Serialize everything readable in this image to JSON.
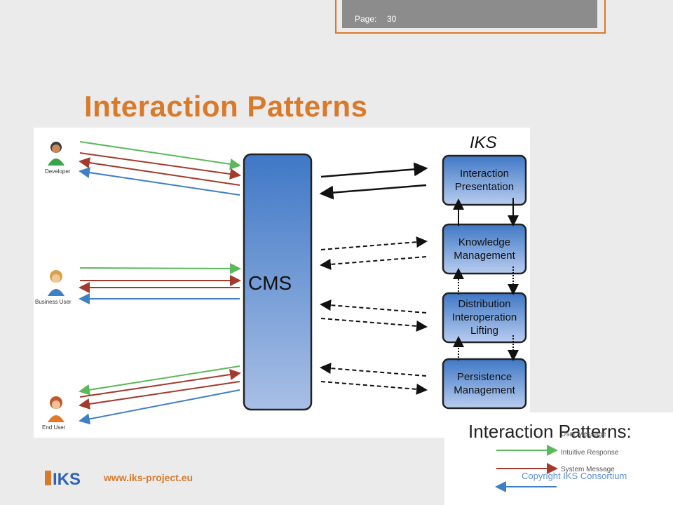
{
  "header": {
    "page_label": "Page:",
    "page_number": "30"
  },
  "title": "Interaction Patterns",
  "diagram": {
    "iks_label": "IKS",
    "cms_label": "CMS",
    "actors": [
      "Developer",
      "Business User",
      "End User"
    ],
    "components": {
      "interaction": "Interaction Presentation",
      "knowledge": "Knowledge Management",
      "distribution": "Distribution Interoperation Lifting",
      "persistence": "Persistence Management"
    }
  },
  "legend": {
    "title": "Interaction Patterns:",
    "items": [
      {
        "label": "User Message",
        "color": "#5cb85c"
      },
      {
        "label": "Intuitive Response",
        "color": "#a33a2e"
      },
      {
        "label": "System Message",
        "color": "#3f7fc4"
      }
    ]
  },
  "footer": {
    "logo_text": "IKS",
    "url": "www.iks-project.eu",
    "copyright": "Copyright IKS Consortium"
  },
  "colors": {
    "accent": "#d97a2b",
    "box_blue": "#4a7fc8",
    "green": "#5cb85c",
    "red": "#a33a2e",
    "blue": "#3f7fc4"
  }
}
